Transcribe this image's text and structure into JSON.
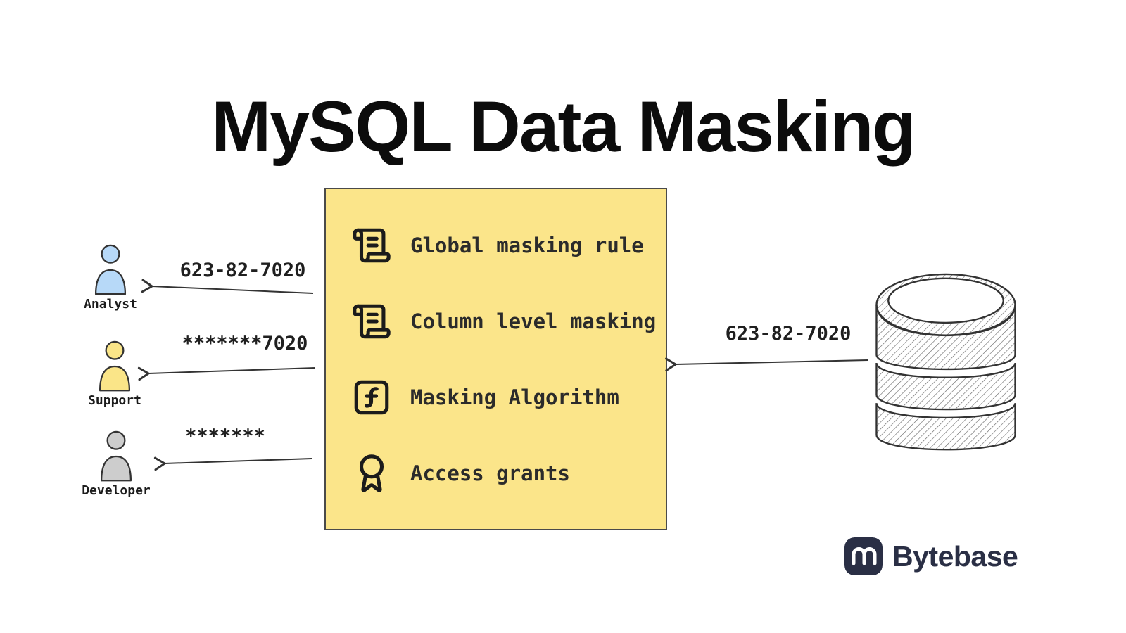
{
  "title": "MySQL Data Masking",
  "panel": {
    "bg": "#FBE58A",
    "border": "#4a4a4a",
    "items": [
      {
        "icon": "scroll-icon",
        "label": "Global masking rule"
      },
      {
        "icon": "scroll-icon",
        "label": "Column level masking"
      },
      {
        "icon": "function-square-icon",
        "label": "Masking Algorithm"
      },
      {
        "icon": "award-icon",
        "label": "Access grants"
      }
    ]
  },
  "actors": [
    {
      "name": "Analyst",
      "received_value": "623-82-7020",
      "color": "#B7D9F8"
    },
    {
      "name": "Support",
      "received_value": "*******7020",
      "color": "#FAE588"
    },
    {
      "name": "Developer",
      "received_value": "*******",
      "color": "#CDCDCD"
    }
  ],
  "database": {
    "outgoing_value": "623-82-7020"
  },
  "brand": {
    "name": "Bytebase",
    "color": "#2A2F45"
  }
}
